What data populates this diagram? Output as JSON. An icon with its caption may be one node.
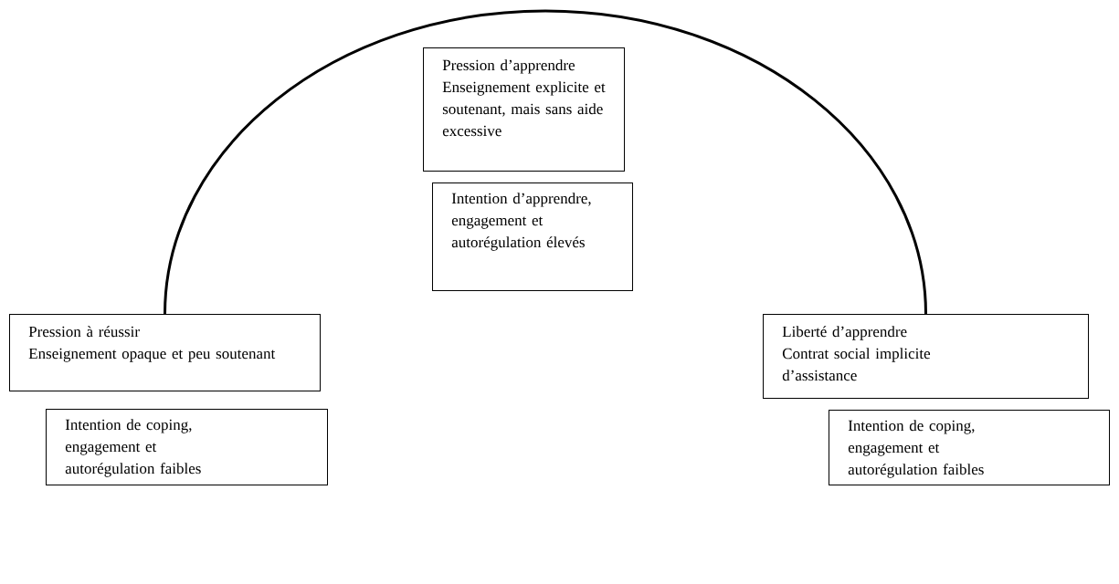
{
  "diagram": {
    "nodes": [
      {
        "text": [
          "Pression d’apprendre",
          "Enseignement explicite et soutenant, mais sans aide excessive"
        ]
      },
      {
        "text": [
          "Intention d’apprendre, engagement et autorégulation élevés"
        ]
      },
      {
        "text": [
          "Pression à réussir",
          "Enseignement opaque et peu soutenant"
        ]
      },
      {
        "text": [
          "Intention de coping, engagement et autorégulation faibles"
        ]
      },
      {
        "text": [
          "Liberté d’apprendre",
          "Contrat social implicite d’assistance"
        ]
      },
      {
        "text": [
          "Intention de coping, engagement et autorégulation faibles"
        ]
      }
    ],
    "edges": [
      {
        "from": 2,
        "to": 4,
        "arrow": "none"
      }
    ]
  }
}
